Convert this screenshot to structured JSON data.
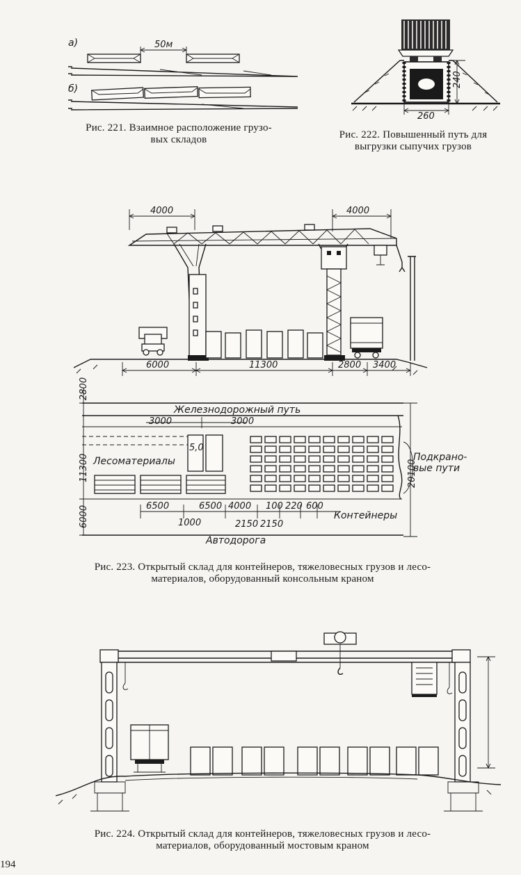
{
  "fig221": {
    "label_a": "а)",
    "label_b": "б)",
    "dim_50m": "50м",
    "caption_line1": "Рис. 221. Взаимное расположение грузо-",
    "caption_line2": "вых складов"
  },
  "fig222": {
    "dim_240": "240",
    "dim_260": "260",
    "caption_line1": "Рис.  222.  Повышенный  путь  для",
    "caption_line2": "выгрузки сыпучих грузов"
  },
  "fig223": {
    "elev": {
      "console_left": "4000",
      "console_right": "4000",
      "span_6000": "6000",
      "span_11300": "11300",
      "span_2800": "2800",
      "span_3400": "3400"
    },
    "plan": {
      "railway_label": "Железнодорожный  путь",
      "timber_label": "Лесоматериалы",
      "containers_label": "Контейнеры",
      "road_label": "Автодорога",
      "crane_rails_line1": "Подкрано-",
      "crane_rails_line2": "вые пути",
      "dim_3000_left": "3000",
      "dim_3000_right": "3000",
      "dim_5_0": "5,0",
      "dim_6500_a": "6500",
      "dim_6500_b": "6500",
      "dim_1000": "1000",
      "dim_4000": "4000",
      "dim_2150_a": "2150",
      "dim_2150_b": "2150",
      "dim_100": "100",
      "dim_220": "220",
      "dim_600": "600",
      "dim_2800": "2800",
      "dim_11300": "11300",
      "dim_6000": "6000",
      "dim_20100": "20100"
    },
    "caption_line1": "Рис. 223. Открытый склад для контейнеров, тяжеловесных грузов и лесо-",
    "caption_line2": "материалов, оборудованный консольным краном"
  },
  "fig224": {
    "caption_line1": "Рис. 224. Открытый склад для контейнеров, тяжеловесных грузов и лесо-",
    "caption_line2": "материалов, оборудованный мостовым краном"
  },
  "page_number": "194"
}
